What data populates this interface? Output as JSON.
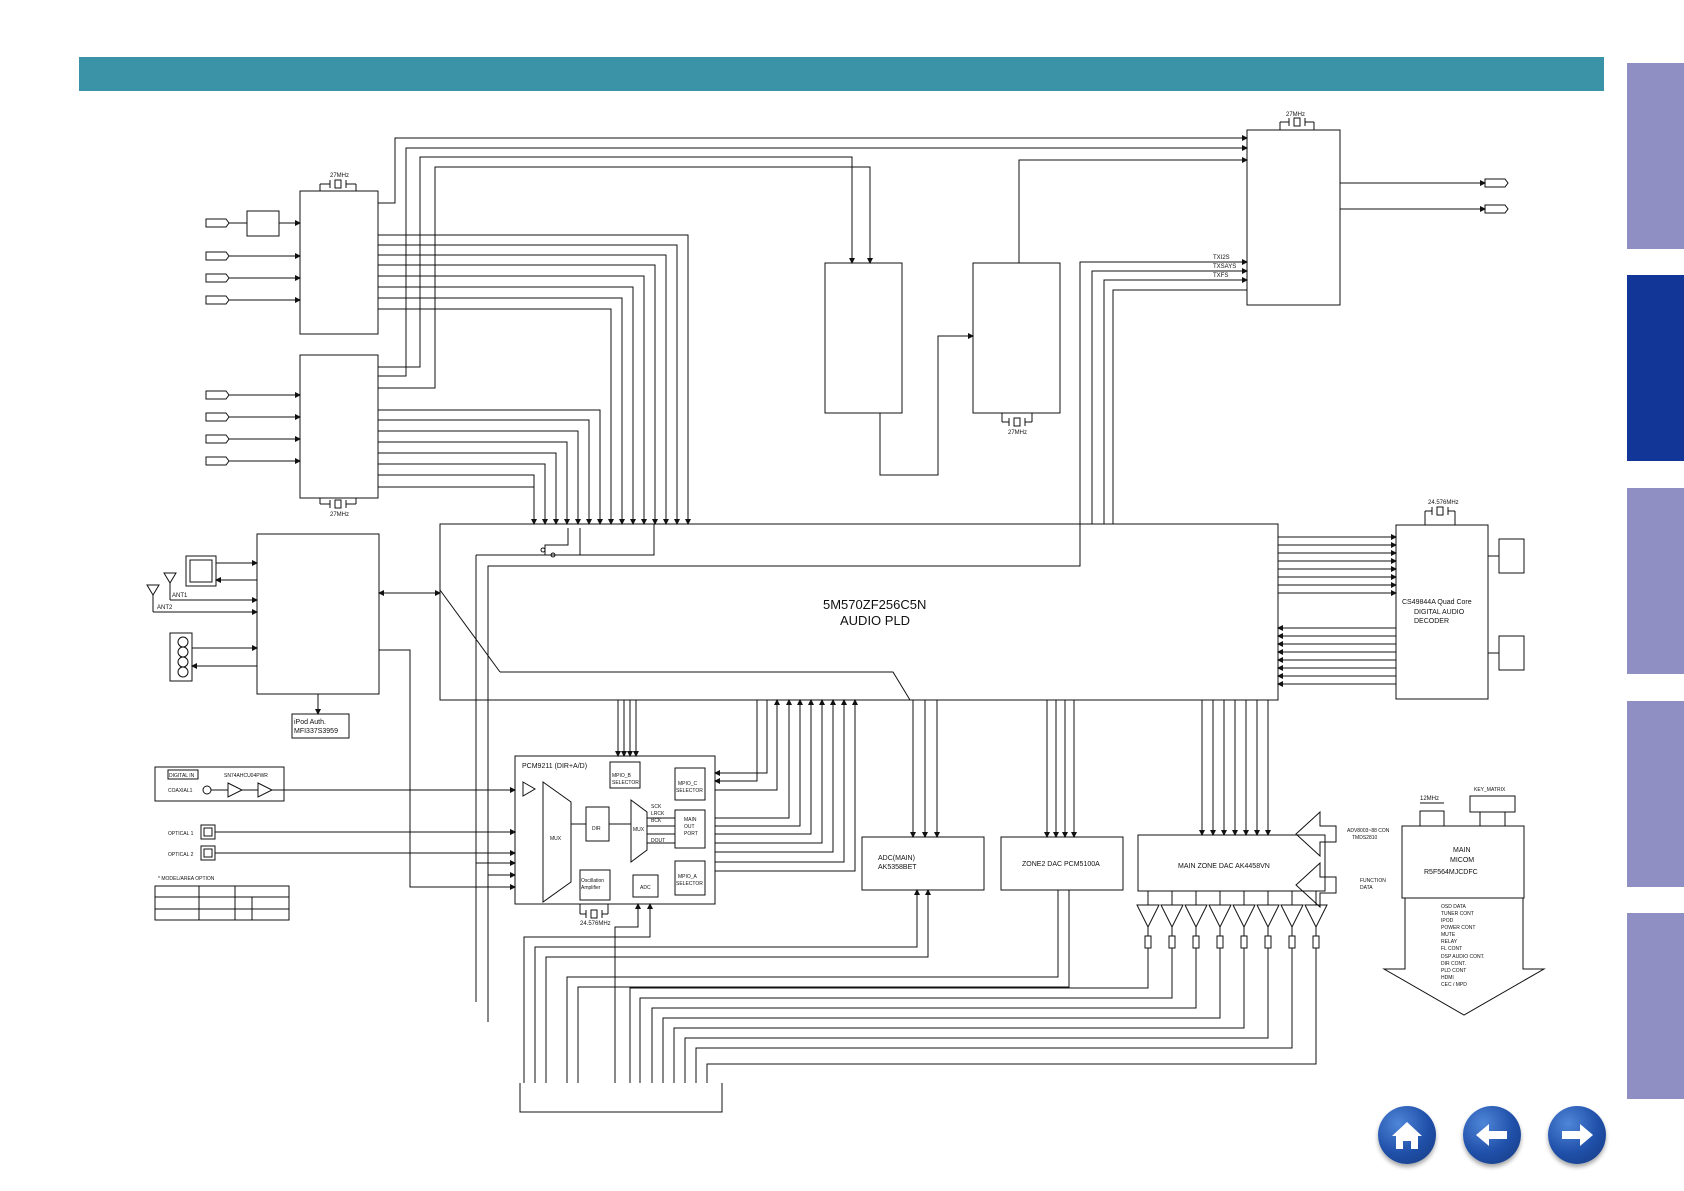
{
  "colors": {
    "header_bar": "#3a93a7",
    "side_tab_light": "#8f8fc4",
    "side_tab_active": "#123697",
    "nav_button": "#1f4fa8"
  },
  "side_tabs": [
    {
      "state": "inactive"
    },
    {
      "state": "active"
    },
    {
      "state": "inactive"
    },
    {
      "state": "inactive"
    },
    {
      "state": "inactive"
    }
  ],
  "nav": {
    "home_icon": "home-icon",
    "back_icon": "arrow-left-icon",
    "forward_icon": "arrow-right-icon"
  },
  "diagram": {
    "xtal_27mhz": "27MHz",
    "xtal_24_576mhz": "24.576MHz",
    "xtal_12mhz": "12MHz",
    "audio_pld": {
      "line1": "5M570ZF256C5N",
      "line2": "AUDIO PLD"
    },
    "dsp": {
      "line1": "CS49844A Quad Core",
      "line2": "DIGITAL AUDIO",
      "line3": "DECODER"
    },
    "ipod_auth": {
      "line1": "iPod Auth.",
      "line2": "MFI337S3959"
    },
    "pcm9211": "PCM9211 (DIR+A/D)",
    "mpio_b": {
      "line1": "MPIO_B",
      "line2": "SELECTOR"
    },
    "mpio_c": {
      "line1": "MPIO_C",
      "line2": "SELECTOR"
    },
    "mpio_a": {
      "line1": "MPIO_A",
      "line2": "SELECTOR"
    },
    "main_out": {
      "line1": "MAIN",
      "line2": "OUT",
      "line3": "PORT"
    },
    "mux": "MUX",
    "dir": "DIR",
    "adc_small": "ADC",
    "osc": {
      "line1": "Oscillation",
      "line2": "Amplifier"
    },
    "i2s_pins": [
      "SCK",
      "LRCK",
      "BCK"
    ],
    "dout": "DOUT",
    "adc_main": {
      "line1": "ADC(MAIN)",
      "line2": "AK5358BET"
    },
    "zone2_dac": "ZONE2 DAC PCM5100A",
    "main_dac": "MAIN ZONE DAC AK4458VN",
    "micom": {
      "line1": "MAIN",
      "line2": "MICOM",
      "line3": "R5F564MJCDFC"
    },
    "key_matrix": "KEY_MATRIX",
    "adv_label": {
      "line1": "ADV8003~88 CON",
      "line2": "TMDS2810"
    },
    "function_data": {
      "line1": "FUNCTION",
      "line2": "DATA"
    },
    "micom_outputs": [
      "OSD DATA",
      "TUNER CONT",
      "IPOD",
      "POWER CONT",
      "MUTE",
      "RELAY",
      "FL CONT",
      "DSP AUDIO CONT.",
      "DIR CONT.",
      "PLD CONT",
      "HDMI",
      "CEC / MPD"
    ],
    "digital_in": "DIGITAL IN",
    "sn74": "SN74AHCU04PWR",
    "coaxial": "COAXIAL1",
    "optical1": "OPTICAL 1",
    "optical2": "OPTICAL 2",
    "model_option": "* MODEL/AREA OPTION",
    "ant1": "ANT1",
    "ant2": "ANT2",
    "hdmi_tx": [
      "TXI2S",
      "TXSAYS",
      "TXFS"
    ],
    "connector_pins": [
      "",
      "",
      "",
      "",
      "",
      "",
      "",
      "",
      "",
      "",
      "",
      "",
      "",
      ""
    ]
  }
}
